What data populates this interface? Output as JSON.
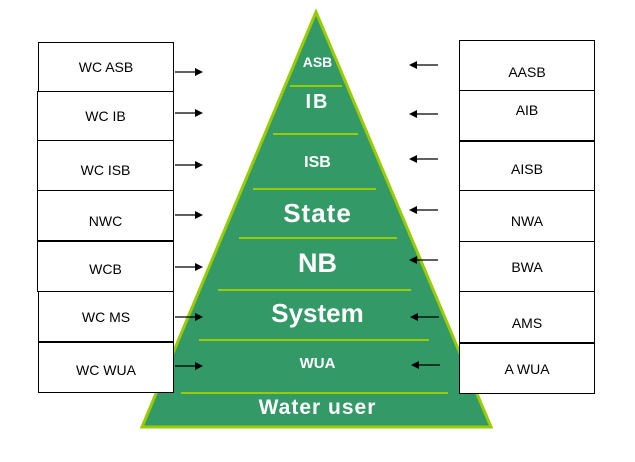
{
  "diagram": {
    "pyramid_levels": [
      {
        "label": "ASB"
      },
      {
        "label": "IB"
      },
      {
        "label": "ISB"
      },
      {
        "label": "State"
      },
      {
        "label": "NB"
      },
      {
        "label": "System"
      },
      {
        "label": "WUA"
      },
      {
        "label": "Water user"
      }
    ],
    "left_boxes": [
      {
        "label": "WC ASB"
      },
      {
        "label": "WC IB"
      },
      {
        "label": "WC ISB"
      },
      {
        "label": "NWC"
      },
      {
        "label": "WCB"
      },
      {
        "label": "WC MS"
      },
      {
        "label": "WC WUA"
      }
    ],
    "right_boxes": [
      {
        "label": "AASB"
      },
      {
        "label": "AIB"
      },
      {
        "label": "AISB"
      },
      {
        "label": "NWA"
      },
      {
        "label": "BWA"
      },
      {
        "label": "AMS"
      },
      {
        "label": "A WUA"
      }
    ],
    "colors": {
      "pyramid_fill": "#339966",
      "pyramid_edge": "#99cc00",
      "divider": "#99cc00",
      "text_on_pyramid": "#ffffff"
    }
  }
}
